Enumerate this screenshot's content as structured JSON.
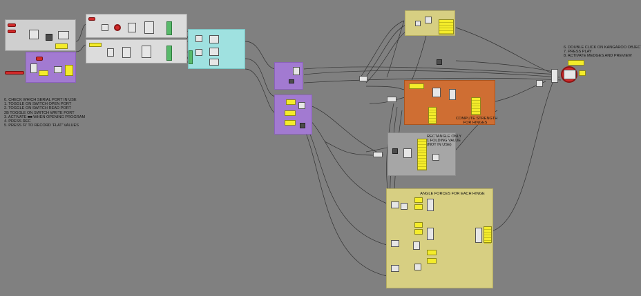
{
  "instructions_left": "0. CHECK WHICH SERIAL PORT IN USE\n1. TOGGLE ON SWITCH OPEN PORT\n2. TOGGLE ON SWITCH READ PORT\n2B TOGGLE ON SWITCH WRITE PORT\n3. ACTIVATE ■■ WHEN OPENING PROGRAM\n4. PRESS REC\n5. PRESS 'R' TO RECORD 'FLAT' VALUES",
  "instructions_right": "6. DOUBLE CLICK ON KANGAROO OBJECT\n7. PRESS PLAY\n8. ACTIVATE MEDGES AND PREVIEW",
  "group_labels": {
    "strength": "COMPUTE STRENGTH\nFOR HINGES",
    "rectangle": "RECTANGLE ONLY\n1 FOLDING VALUE\n(NOT IN USE)",
    "angle_forces": "ANGLE FORCES FOR EACH HINGE"
  },
  "colors": {
    "canvas": "#808080",
    "panel_yellow": "#f4ec2a",
    "toggle_red": "#d12a2a",
    "group_orange": "#cf6e33",
    "group_purple": "#a27ad1",
    "group_cyan": "#9fe1e0",
    "group_khaki": "#d7cf82"
  }
}
